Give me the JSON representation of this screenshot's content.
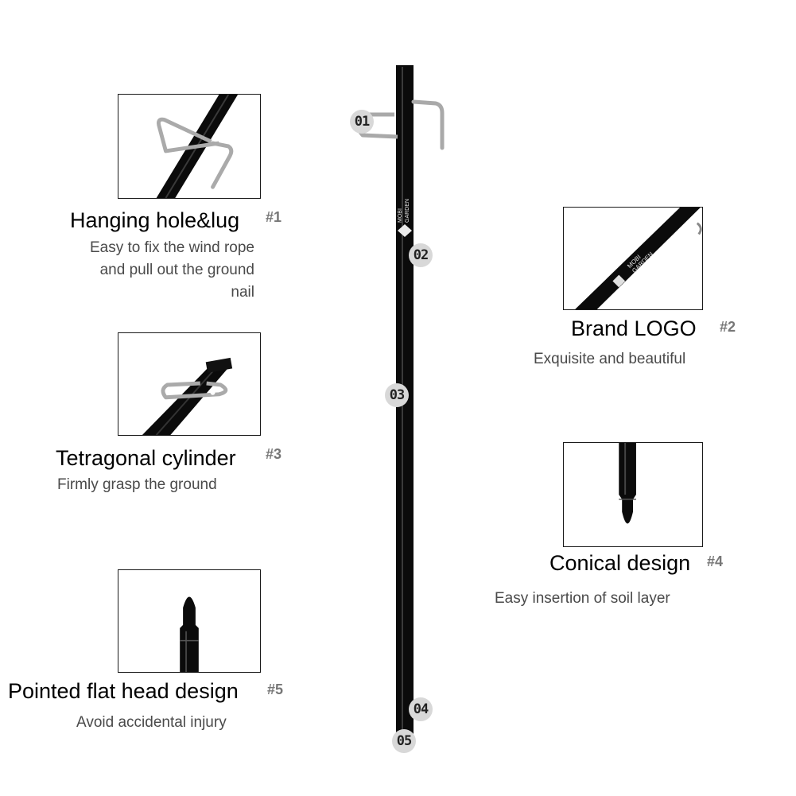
{
  "features": [
    {
      "title": "Hanging hole&lug",
      "num": "#1",
      "desc_lines": [
        "Easy to fix the wind rope",
        "and pull out the ground",
        "nail"
      ]
    },
    {
      "title": "Brand LOGO",
      "num": "#2",
      "desc_lines": [
        "Exquisite and beautiful"
      ]
    },
    {
      "title": "Tetragonal cylinder",
      "num": "#3",
      "desc_lines": [
        "Firmly grasp the ground"
      ]
    },
    {
      "title": "Conical design",
      "num": "#4",
      "desc_lines": [
        "Easy insertion of soil layer"
      ]
    },
    {
      "title": "Pointed flat head design",
      "num": "#5",
      "desc_lines": [
        "Avoid accidental injury"
      ]
    }
  ],
  "callouts": [
    "01",
    "02",
    "03",
    "04",
    "05"
  ],
  "brand": {
    "line1": "MOBI",
    "line2": "GARDEN"
  },
  "colors": {
    "stake": "#0b0b0b",
    "wire": "#a9a9a9",
    "callout_bg": "#d8d8d8",
    "desc_text": "#4a4a4a",
    "num_text": "#777777"
  }
}
